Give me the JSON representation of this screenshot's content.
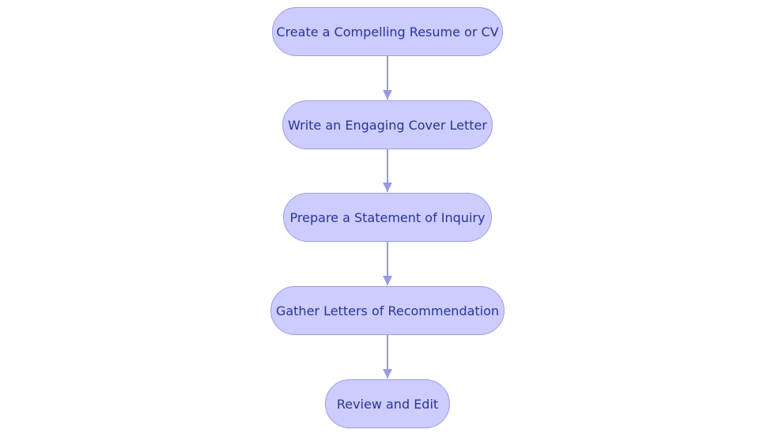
{
  "diagram": {
    "colors": {
      "node_fill": "#ccccff",
      "node_border": "#9c9ce8",
      "node_text": "#283593",
      "edge": "#9999e6"
    },
    "nodes": [
      {
        "id": "n1",
        "label": "Create a Compelling Resume or CV"
      },
      {
        "id": "n2",
        "label": "Write an Engaging Cover Letter"
      },
      {
        "id": "n3",
        "label": "Prepare a Statement of Inquiry"
      },
      {
        "id": "n4",
        "label": "Gather Letters of Recommendation"
      },
      {
        "id": "n5",
        "label": "Review and Edit"
      }
    ],
    "edges": [
      {
        "from": "n1",
        "to": "n2"
      },
      {
        "from": "n2",
        "to": "n3"
      },
      {
        "from": "n3",
        "to": "n4"
      },
      {
        "from": "n4",
        "to": "n5"
      }
    ]
  }
}
